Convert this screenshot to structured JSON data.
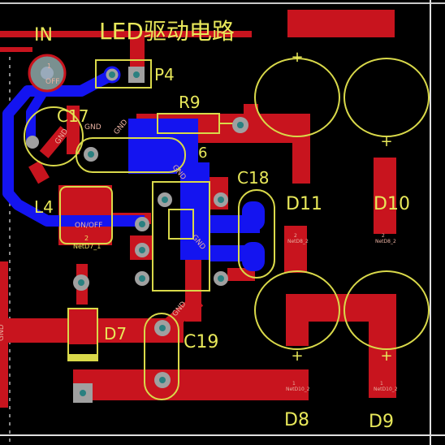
{
  "board": {
    "title": "LED驱动电路",
    "colors": {
      "background": "#000000",
      "top_copper": "#c8141e",
      "bottom_copper": "#1414f0",
      "silkscreen": "#d9d94a",
      "pad": "#a0a0a0",
      "outline": "#f0f0f0"
    }
  },
  "labels": {
    "in": "IN",
    "p4": "P4",
    "r9": "R9",
    "c17": "C17",
    "c18": "C18",
    "c19": "C19",
    "l4": "L4",
    "d7": "D7",
    "d8": "D8",
    "d9": "D9",
    "d10": "D10",
    "d11": "D11",
    "u_partial": "6",
    "plus": "+"
  },
  "nets": {
    "gnd": "GND",
    "on_off": "ON/OFF",
    "off": "OFF",
    "net_d7": "NetD7_1",
    "net_d8": "NetD8_2",
    "net_d10": "NetD10_2",
    "pin1": "1",
    "pin2": "2"
  }
}
